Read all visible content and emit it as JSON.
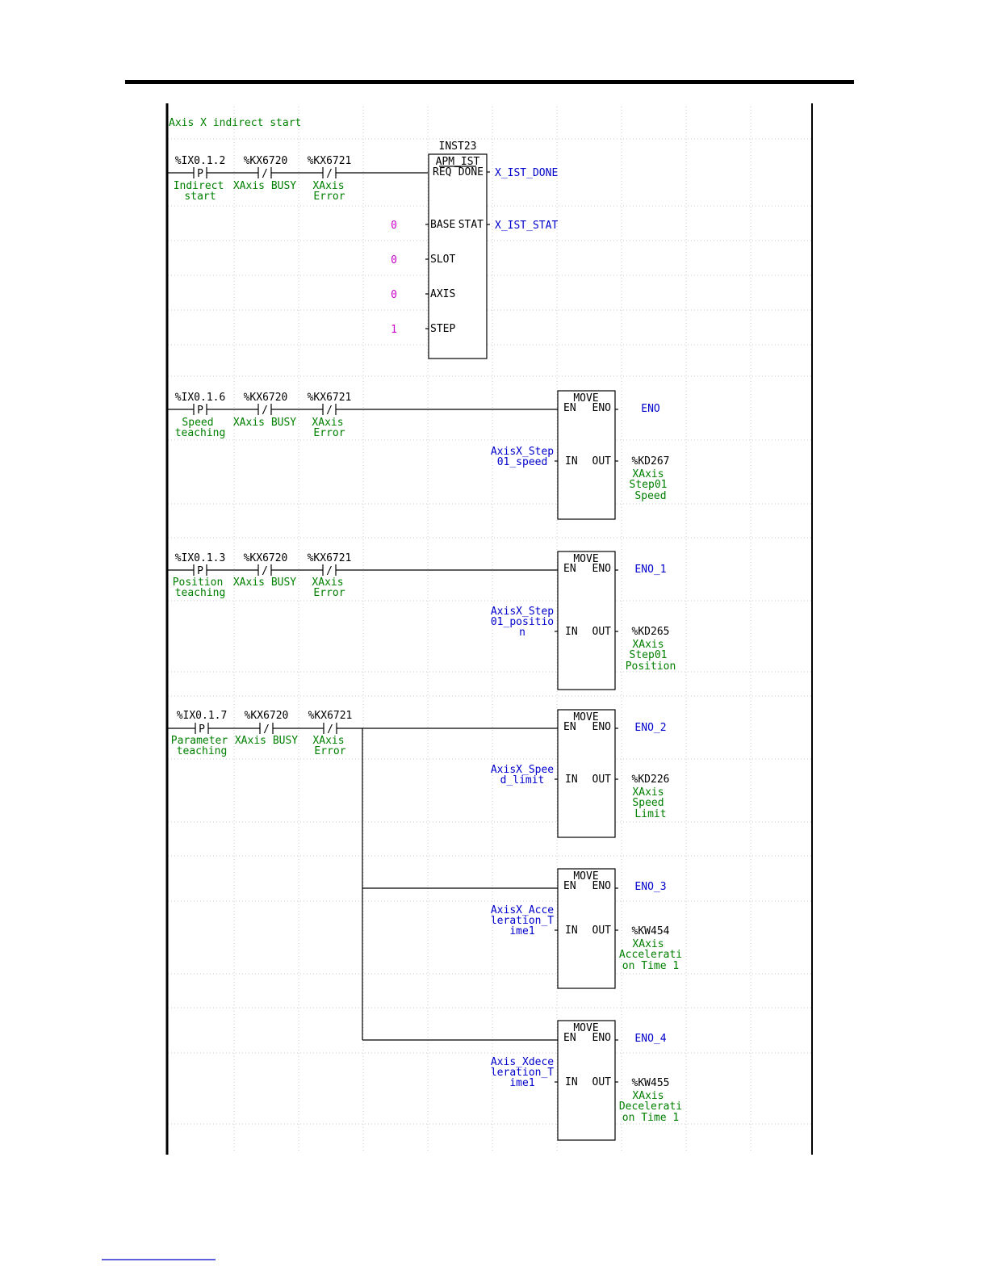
{
  "rung_comment": "Axis X indirect start",
  "rungs": [
    {
      "contacts": [
        {
          "address": "%IX0.1.2",
          "symbol": "P",
          "label": [
            "Indirect",
            "start"
          ]
        },
        {
          "address": "%KX6720",
          "symbol": "/",
          "label": [
            "XAxis BUSY"
          ]
        },
        {
          "address": "%KX6721",
          "symbol": "/",
          "label": [
            "XAxis",
            "Error"
          ]
        }
      ],
      "block": {
        "instance": "INST23",
        "name": "APM_IST",
        "pins_left": [
          "REQ",
          "BASE",
          "SLOT",
          "AXIS",
          "STEP"
        ],
        "pins_right": [
          "DONE",
          "STAT"
        ],
        "inputs": [
          "0",
          "0",
          "0",
          "1"
        ],
        "outputs": [
          "X_IST_DONE",
          "X_IST_STAT"
        ]
      }
    },
    {
      "contacts": [
        {
          "address": "%IX0.1.6",
          "symbol": "P",
          "label": [
            "Speed",
            "teaching"
          ]
        },
        {
          "address": "%KX6720",
          "symbol": "/",
          "label": [
            "XAxis BUSY"
          ]
        },
        {
          "address": "%KX6721",
          "symbol": "/",
          "label": [
            "XAxis",
            "Error"
          ]
        }
      ],
      "moves": [
        {
          "name": "MOVE",
          "eno_out": "ENO",
          "in_var": [
            "AxisX_Step",
            "01_speed"
          ],
          "out_addr": "%KD267",
          "out_label": [
            "XAxis",
            "Step01",
            "Speed"
          ]
        }
      ]
    },
    {
      "contacts": [
        {
          "address": "%IX0.1.3",
          "symbol": "P",
          "label": [
            "Position",
            "teaching"
          ]
        },
        {
          "address": "%KX6720",
          "symbol": "/",
          "label": [
            "XAxis BUSY"
          ]
        },
        {
          "address": "%KX6721",
          "symbol": "/",
          "label": [
            "XAxis",
            "Error"
          ]
        }
      ],
      "moves": [
        {
          "name": "MOVE",
          "eno_out": "ENO_1",
          "in_var": [
            "AxisX_Step",
            "01_positio",
            "n"
          ],
          "out_addr": "%KD265",
          "out_label": [
            "XAxis",
            "Step01",
            "Position"
          ]
        }
      ]
    },
    {
      "contacts": [
        {
          "address": "%IX0.1.7",
          "symbol": "P",
          "label": [
            "Parameter",
            "teaching"
          ]
        },
        {
          "address": "%KX6720",
          "symbol": "/",
          "label": [
            "XAxis BUSY"
          ]
        },
        {
          "address": "%KX6721",
          "symbol": "/",
          "label": [
            "XAxis",
            "Error"
          ]
        }
      ],
      "moves": [
        {
          "name": "MOVE",
          "eno_out": "ENO_2",
          "in_var": [
            "AxisX_Spee",
            "d_limit"
          ],
          "out_addr": "%KD226",
          "out_label": [
            "XAxis",
            "Speed",
            "Limit"
          ]
        },
        {
          "name": "MOVE",
          "eno_out": "ENO_3",
          "in_var": [
            "AxisX_Acce",
            "leration_T",
            "ime1"
          ],
          "out_addr": "%KW454",
          "out_label": [
            "XAxis",
            "Accelerati",
            "on Time 1"
          ]
        },
        {
          "name": "MOVE",
          "eno_out": "ENO_4",
          "in_var": [
            "Axis_Xdece",
            "leration_T",
            "ime1"
          ],
          "out_addr": "%KW455",
          "out_label": [
            "XAxis",
            "Decelerati",
            "on Time 1"
          ]
        }
      ]
    }
  ],
  "move_pins": {
    "en": "EN",
    "eno": "ENO",
    "in": "IN",
    "out": "OUT"
  }
}
